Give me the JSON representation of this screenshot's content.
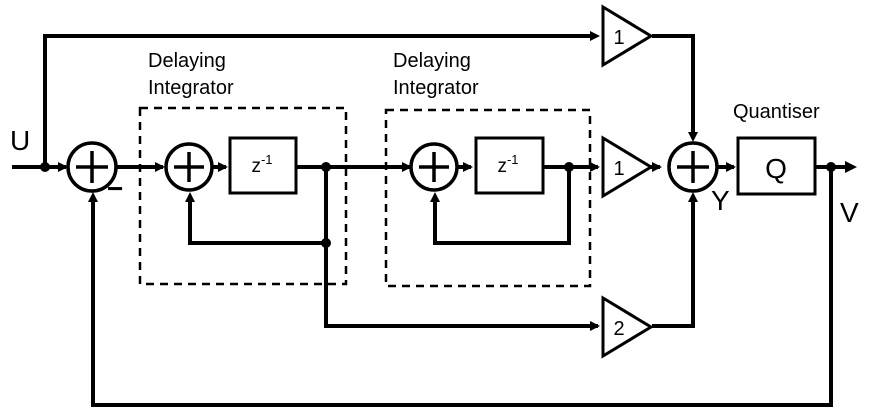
{
  "labels": {
    "input": "U",
    "output": "V",
    "sum_node": "Y",
    "minus_sign": "−",
    "quantiser_title": "Quantiser",
    "quantiser_block": "Q",
    "integrator1_title": [
      "Delaying",
      "Integrator"
    ],
    "integrator2_title": [
      "Delaying",
      "Integrator"
    ],
    "delay_base": "z",
    "delay_exp": "-1",
    "gain_top": "1",
    "gain_mid": "1",
    "gain_bottom": "2"
  }
}
